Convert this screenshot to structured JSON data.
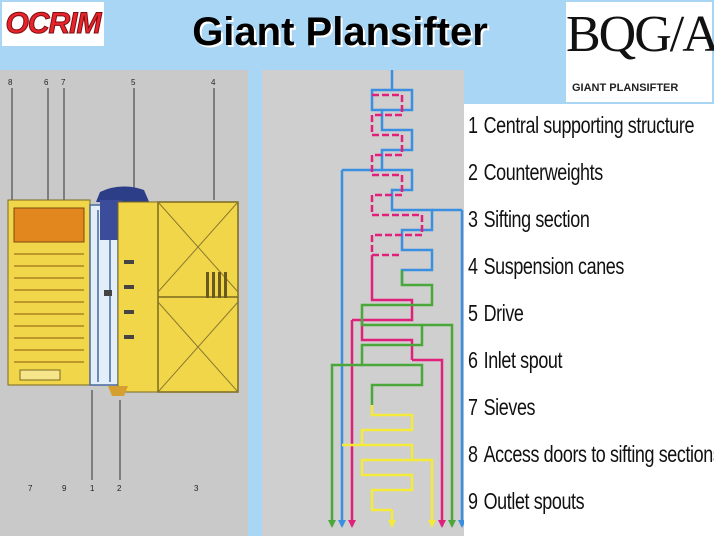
{
  "header": {
    "logo_text": "OCRIM",
    "title": "Giant Plansifter",
    "brand_name": "BQG/A",
    "brand_subtitle": "GIANT PLANSIFTER"
  },
  "callouts": {
    "top": [
      "8",
      "6",
      "7",
      "5",
      "4"
    ],
    "bottom": [
      "7",
      "9",
      "1",
      "2",
      "3"
    ]
  },
  "legend": [
    {
      "num": "1",
      "label": "Central supporting structure"
    },
    {
      "num": "2",
      "label": "Counterweights"
    },
    {
      "num": "3",
      "label": "Sifting section"
    },
    {
      "num": "4",
      "label": "Suspension canes"
    },
    {
      "num": "5",
      "label": "Drive"
    },
    {
      "num": "6",
      "label": "Inlet spout"
    },
    {
      "num": "7",
      "label": "Sieves"
    },
    {
      "num": "8",
      "label": "Access doors to sifting sections"
    },
    {
      "num": "9",
      "label": "Outlet spouts"
    }
  ],
  "colors": {
    "background": "#a9d6f5",
    "machine_yellow": "#f2d64a",
    "machine_orange": "#e2871e",
    "drive_blue": "#2c3e88",
    "flow_blue": "#3a8fe0",
    "flow_magenta": "#e0207a",
    "flow_green": "#4aa83a",
    "flow_yellow": "#f3ea3a"
  }
}
